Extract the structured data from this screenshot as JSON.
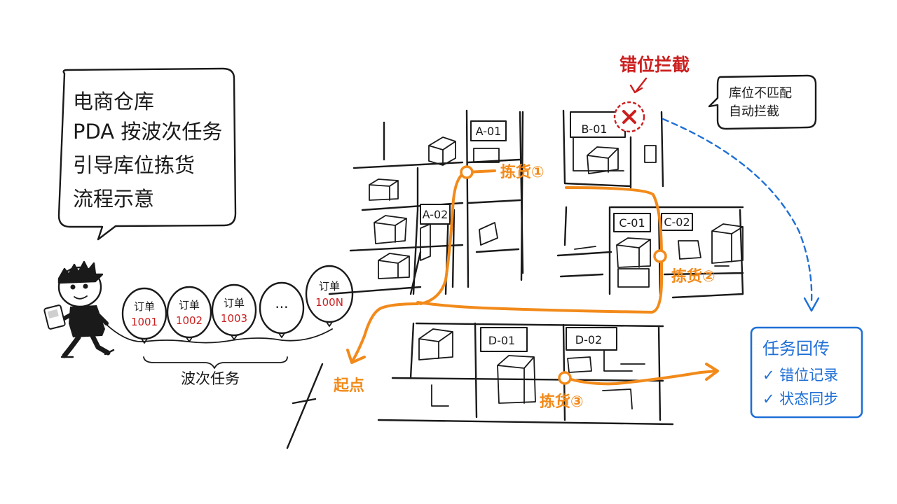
{
  "colors": {
    "ink": "#1a1a1a",
    "route": "#f28a1a",
    "alert": "#cc1f1f",
    "sync": "#1f6fd6"
  },
  "speech": {
    "lines": [
      "电商仓库",
      "PDA 按波次任务",
      "引导库位拣货",
      "流程示意"
    ]
  },
  "wave": {
    "orders": [
      {
        "top": "订单",
        "id": "1001"
      },
      {
        "top": "订单",
        "id": "1002"
      },
      {
        "top": "订单",
        "id": "1003"
      },
      {
        "top": "",
        "id": "···"
      },
      {
        "top": "订单",
        "id": "100N"
      }
    ],
    "label": "波次任务"
  },
  "shelves": {
    "a01": "A-01",
    "a02": "A-02",
    "b01": "B-01",
    "c01": "C-01",
    "c02": "C-02",
    "d01": "D-01",
    "d02": "D-02"
  },
  "route": {
    "pick1": "拣货①",
    "pick2": "拣货②",
    "pick3": "拣货③",
    "start": "起点"
  },
  "alert": {
    "title": "错位拦截",
    "note_lines": [
      "库位不匹配",
      "自动拦截"
    ],
    "icon": "x-icon"
  },
  "sync": {
    "title": "任务回传",
    "items": [
      "✓ 错位记录",
      "✓ 状态同步"
    ]
  }
}
